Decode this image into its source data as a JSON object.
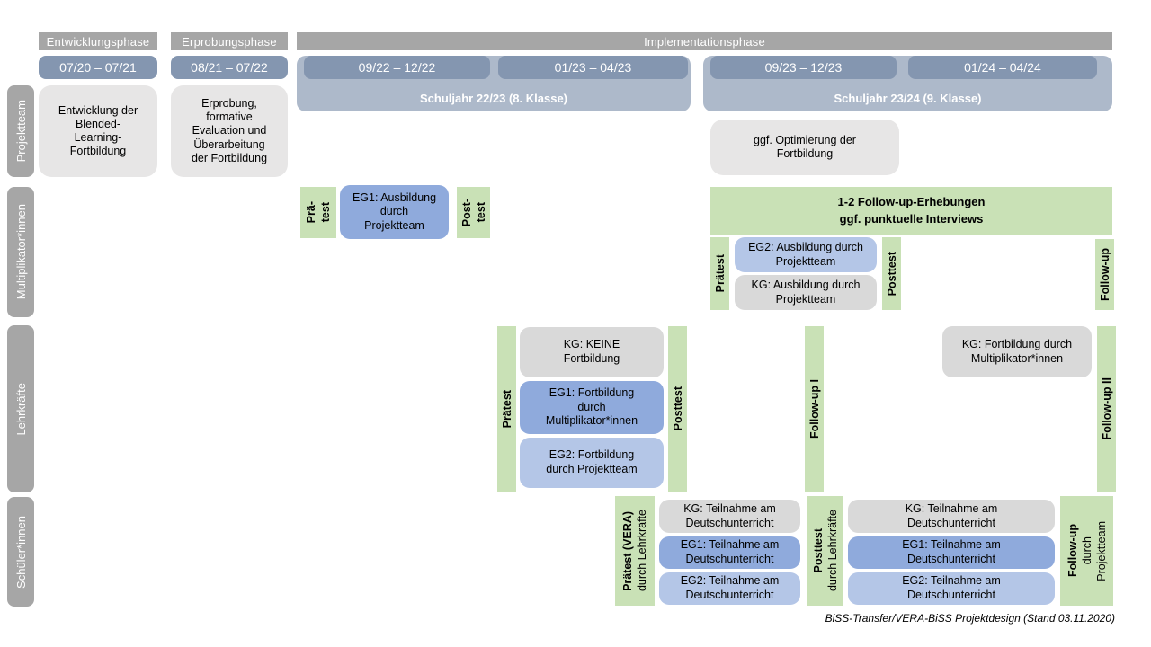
{
  "colors": {
    "phase_gray": "#a6a6a6",
    "date_blue": "#8496b0",
    "schoolyear_blue": "#adb9ca",
    "box_light_gray": "#e7e6e6",
    "kg_gray": "#d9d9d9",
    "eg1_blue": "#8faadc",
    "eg2_blue": "#b4c6e7",
    "test_green": "#c9e1b6"
  },
  "header": {
    "phases": [
      "Entwicklungsphase",
      "Erprobungsphase",
      "Implementationsphase"
    ],
    "dates": [
      "07/20 – 07/21",
      "08/21 – 07/22",
      "09/22 – 12/22",
      "01/23 – 04/23",
      "09/23 – 12/23",
      "01/24 – 04/24"
    ],
    "school_years": [
      "Schuljahr 22/23 (8. Klasse)",
      "Schuljahr 23/24 (9. Klasse)"
    ]
  },
  "row_labels": [
    "Projektteam",
    "Multiplikator*innen",
    "Lehrkräfte",
    "Schüler*innen"
  ],
  "projektteam": {
    "entwicklung": "Entwicklung der\nBlended-\nLearning-\nFortbildung",
    "erprobung": "Erprobung,\nformative\nEvaluation und\nÜberarbeitung\nder Fortbildung",
    "optimierung": "ggf. Optimierung der\nFortbildung"
  },
  "multiplikatoren": {
    "praetest1": [
      "Prä-",
      "test"
    ],
    "eg1": "EG1: Ausbildung\ndurch\nProjektteam",
    "posttest1": [
      "Post-",
      "test"
    ],
    "followup_box": "1-2 Follow-up-Erhebungen\nggf. punktuelle Interviews",
    "praetest2": "Prätest",
    "eg2": "EG2: Ausbildung durch\nProjektteam",
    "kg": "KG: Ausbildung durch\nProjektteam",
    "posttest2": "Posttest",
    "followup": "Follow-up"
  },
  "lehrkraefte": {
    "praetest": "Prätest",
    "kg": "KG: KEINE\nFortbildung",
    "eg1": "EG1: Fortbildung\ndurch\nMultiplikator*innen",
    "eg2": "EG2: Fortbildung\ndurch Projektteam",
    "posttest": "Posttest",
    "followup1": "Follow-up I",
    "kg2": "KG: Fortbildung durch\nMultiplikator*innen",
    "followup2": "Follow-up II"
  },
  "schueler": {
    "praetest_main": "Prätest (VERA)",
    "praetest_sub": "durch Lehrkräfte",
    "kg": "KG: Teilnahme am\nDeutschunterricht",
    "eg1": "EG1: Teilnahme am\nDeutschunterricht",
    "eg2": "EG2: Teilnahme am\nDeutschunterricht",
    "posttest_main": "Posttest",
    "posttest_sub": "durch Lehrkräfte",
    "followup_main": "Follow-up",
    "followup_sub1": "durch",
    "followup_sub2": "Projektteam"
  },
  "caption": "BiSS-Transfer/VERA-BiSS Projektdesign (Stand 03.11.2020)"
}
